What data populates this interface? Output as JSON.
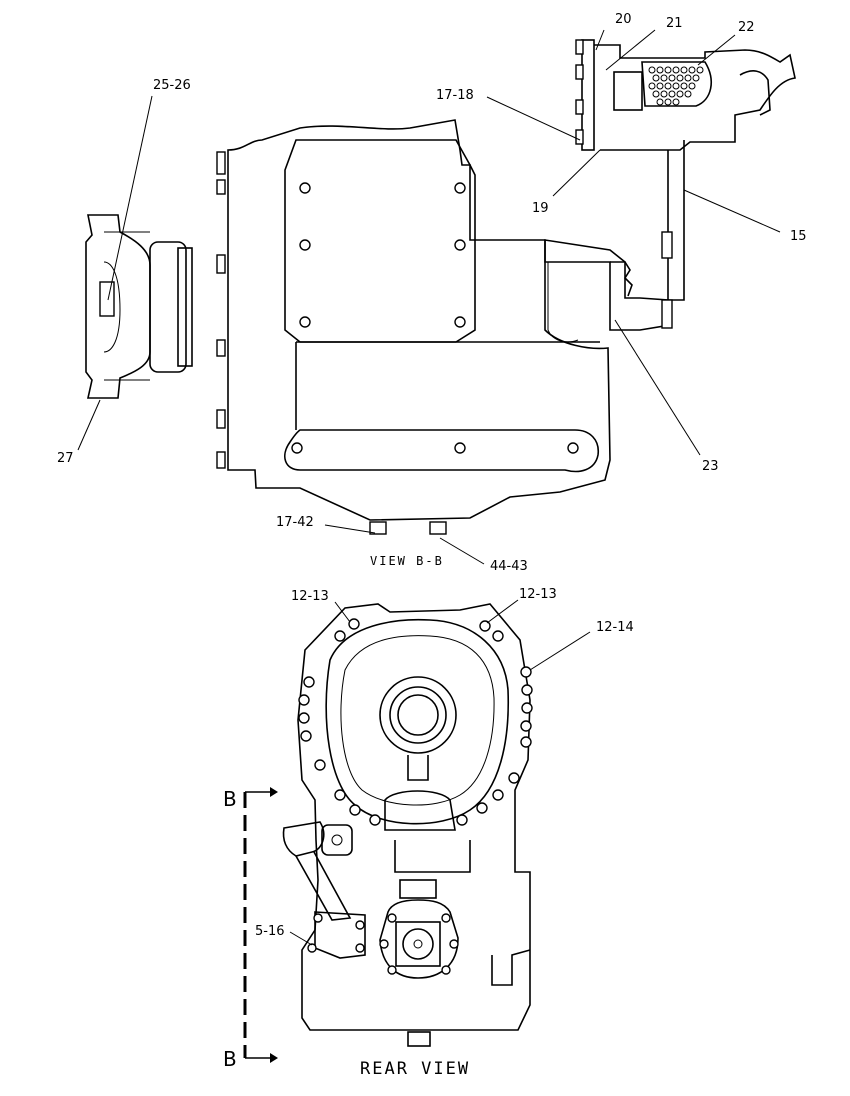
{
  "views": {
    "section": {
      "caption": "VIEW B-B"
    },
    "rear": {
      "caption": "REAR VIEW"
    }
  },
  "section_marker": {
    "top": "B",
    "bottom": "B"
  },
  "callouts": {
    "c20": "20",
    "c21": "21",
    "c22": "22",
    "c17_18": "17-18",
    "c19": "19",
    "c15": "15",
    "c25_26": "25-26",
    "c27": "27",
    "c23": "23",
    "c17_42": "17-42",
    "c44_43": "44-43",
    "c12_13_left": "12-13",
    "c12_13_right": "12-13",
    "c12_14": "12-14",
    "c5_16": "5-16"
  }
}
